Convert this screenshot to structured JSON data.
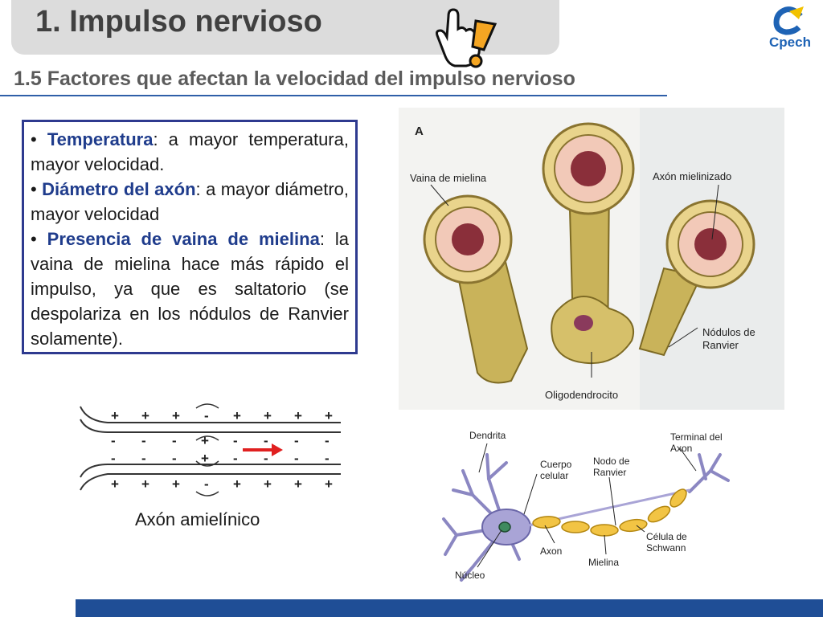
{
  "header": {
    "title": "1. Impulso nervioso",
    "subtitle": "1.5 Factores que afectan la velocidad del impulso nervioso"
  },
  "logo": {
    "text": "Cpech",
    "icon": "cpech-logo-icon",
    "color": "#1e63b5"
  },
  "factors": [
    {
      "bullet": "•",
      "keyword": "Temperatura",
      "text": ": a mayor temperatura, mayor velocidad."
    },
    {
      "bullet": "•",
      "keyword": "Diámetro del axón",
      "text": ": a mayor diámetro, mayor velocidad"
    },
    {
      "bullet": "•",
      "keyword": "Presencia de vaina de mielina",
      "text": ": la vaina de mielina hace más rápido el impulso, ya que es saltatorio (se despolariza en los nódulos de Ranvier solamente)."
    }
  ],
  "myelin_figure": {
    "panel_label": "A",
    "labels": {
      "vaina": "Vaina de mielina",
      "axon": "Axón mielinizado",
      "nodulos_1": "Nódulos de",
      "nodulos_2": "Ranvier",
      "oligo": "Oligodendrocito"
    }
  },
  "amyelinic_figure": {
    "caption": "Axón amielínico",
    "row1": [
      "+",
      "+",
      "+",
      "-",
      "+",
      "+",
      "+",
      "+"
    ],
    "row2": [
      "-",
      "-",
      "-",
      "+",
      "-",
      "-",
      "-",
      "-"
    ],
    "row3": [
      "-",
      "-",
      "-",
      "+",
      "-",
      "-",
      "-",
      "-"
    ],
    "row4": [
      "+",
      "+",
      "+",
      "-",
      "+",
      "+",
      "+",
      "+"
    ],
    "arrow_color": "#e02020"
  },
  "neuron_figure": {
    "labels": {
      "dendrita": "Dendrita",
      "cuerpo_1": "Cuerpo",
      "cuerpo_2": "celular",
      "nodo_1": "Nodo de",
      "nodo_2": "Ranvier",
      "terminal_1": "Terminal del",
      "terminal_2": "Axon",
      "celula_1": "Célula de",
      "celula_2": "Schwann",
      "axon": "Axon",
      "mielina": "Mielina",
      "nucleo": "Núcleo"
    }
  },
  "icons": {
    "hand": "hand-pointer-icon",
    "warning": "exclamation-icon"
  },
  "colors": {
    "accent": "#1f3c8c",
    "rule": "#2f5fa8",
    "footer": "#1f4e96"
  }
}
